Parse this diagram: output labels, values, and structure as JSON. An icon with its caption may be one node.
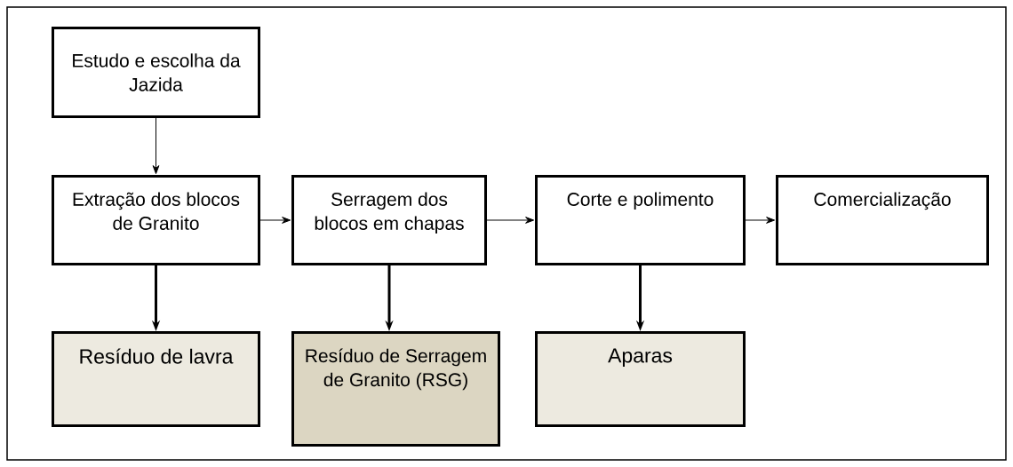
{
  "diagram": {
    "nodes": [
      {
        "text": [
          "Estudo e escolha da Jazida"
        ]
      },
      {
        "text": [
          "Extração dos blocos de Granito"
        ]
      },
      {
        "text": [
          "Serragem dos blocos em chapas"
        ]
      },
      {
        "text": [
          "Corte e polimento"
        ]
      },
      {
        "text": [
          "Comercialização"
        ]
      },
      {
        "text": [
          "Resíduo de lavra"
        ]
      },
      {
        "text": [
          "Resíduo de Serragem de Granito (RSG)"
        ]
      },
      {
        "text": [
          "Aparas"
        ]
      }
    ],
    "edges": [
      {
        "from": 0,
        "to": 1,
        "arrow": "to"
      },
      {
        "from": 1,
        "to": 2,
        "arrow": "to"
      },
      {
        "from": 2,
        "to": 3,
        "arrow": "to"
      },
      {
        "from": 3,
        "to": 4,
        "arrow": "to"
      },
      {
        "from": 1,
        "to": 5,
        "arrow": "to",
        "style": "thick"
      },
      {
        "from": 2,
        "to": 6,
        "arrow": "to",
        "style": "thick"
      },
      {
        "from": 3,
        "to": 7,
        "arrow": "to",
        "style": "thick"
      }
    ]
  }
}
